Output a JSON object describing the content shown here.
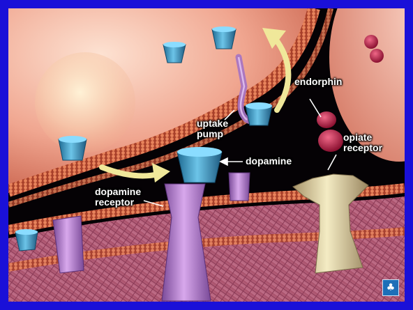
{
  "labels": {
    "uptake_pump": "uptake\npump",
    "endorphin": "endorphin",
    "opiate_receptor": "opiate\nreceptor",
    "dopamine": "dopamine",
    "dopamine_receptor": "dopamine\nreceptor"
  },
  "colors": {
    "frame_border": "#1a10d8",
    "background": "#050205",
    "neuron_cell": "#e89a86",
    "membrane": "#c85a3c",
    "dopamine": "#3a98c8",
    "dopamine_receptor": "#b07ac8",
    "uptake_pump": "#a472c4",
    "endorphin": "#c8284e",
    "opiate_receptor": "#d8c890",
    "arrow": "#f0e89a"
  },
  "logo_icon": "logo-icon"
}
